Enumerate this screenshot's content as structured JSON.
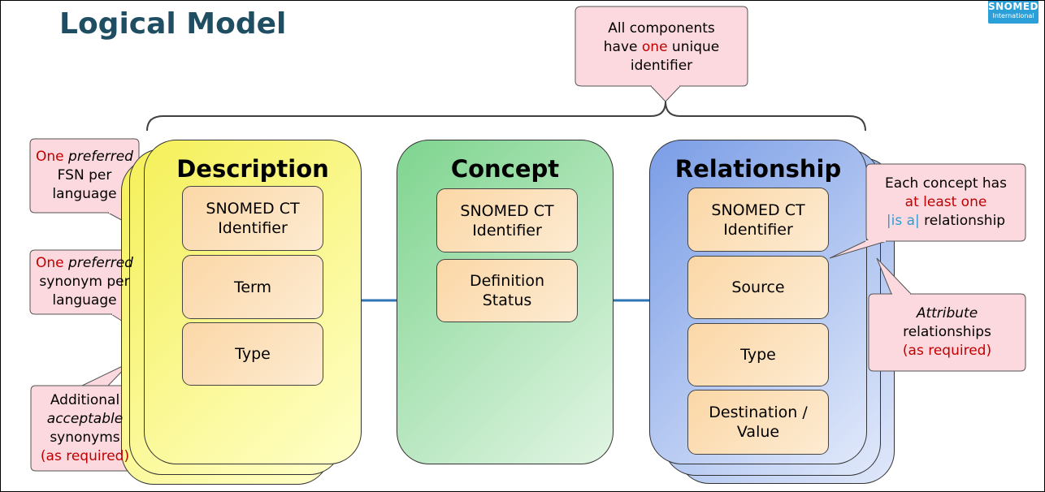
{
  "slide": {
    "title": "Logical Model",
    "logo": {
      "line1": "SNOMED",
      "line2": "International"
    }
  },
  "top_callout": {
    "pre": "All components",
    "mid_pre": "have ",
    "highlight": "one",
    "mid_post": " unique",
    "post": "identifier"
  },
  "description": {
    "title": "Description",
    "fields": [
      "SNOMED CT Identifier",
      "Term",
      "Type"
    ]
  },
  "concept": {
    "title": "Concept",
    "fields": [
      "SNOMED CT Identifier",
      "Definition Status"
    ]
  },
  "relationship": {
    "title": "Relationship",
    "fields": [
      "SNOMED CT Identifier",
      "Source",
      "Type",
      "Destination / Value"
    ]
  },
  "left_callouts": {
    "fsn": {
      "one": "One",
      "preferred": "preferred",
      "line2": "FSN per",
      "line3": "language"
    },
    "synonym": {
      "one": "One",
      "preferred": "preferred",
      "line2": "synonym per",
      "line3": "language"
    },
    "additional": {
      "line1": "Additional",
      "acceptable": "acceptable",
      "line3": "synonyms",
      "as_required": "(as required)"
    }
  },
  "right_callouts": {
    "isa": {
      "line1": "Each concept has",
      "at_least_one": "at least one",
      "isa": "|is a|",
      "relationship": " relationship"
    },
    "attribute": {
      "attribute": "Attribute",
      "line2": "relationships",
      "as_required": "(as required)"
    }
  },
  "colors": {
    "title": "#1f4e63",
    "callout_fill": "#fcd9de",
    "red_text": "#c00000",
    "description_fill": "#f5f05a",
    "concept_fill": "#7ed48f",
    "relationship_fill": "#7a9de6",
    "field_fill": "#fbd7a6",
    "connector": "#2e74b5"
  }
}
